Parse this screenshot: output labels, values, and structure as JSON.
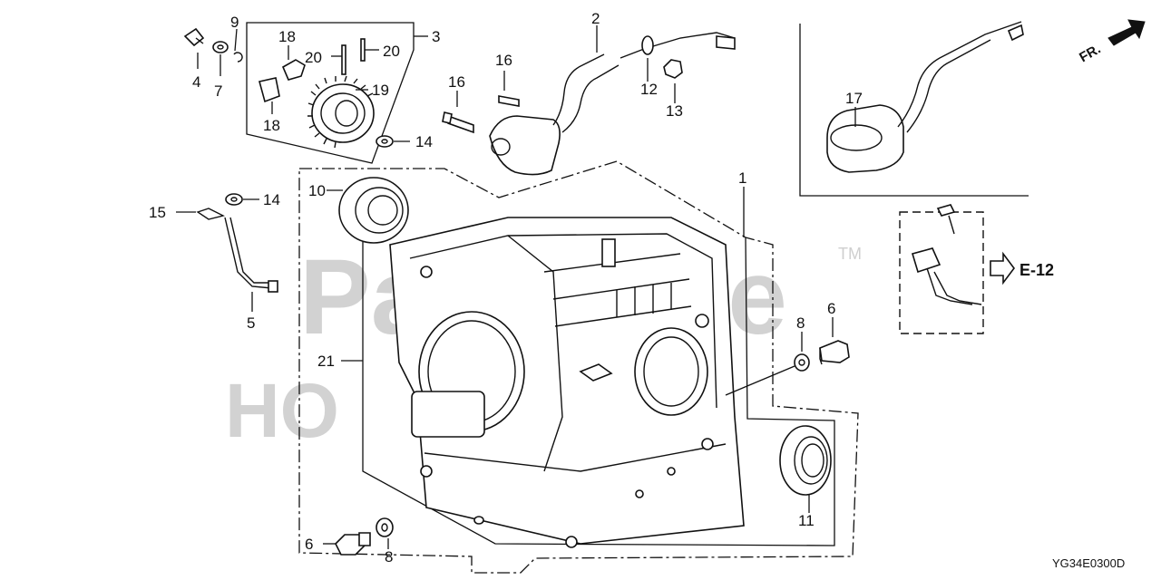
{
  "watermark": {
    "text": "PartsTree",
    "trademark": "TM",
    "secondary": "HO"
  },
  "callouts": {
    "c1": "1",
    "c2": "2",
    "c3": "3",
    "c4": "4",
    "c5": "5",
    "c6a": "6",
    "c6b": "6",
    "c7": "7",
    "c8a": "8",
    "c8b": "8",
    "c9": "9",
    "c10": "10",
    "c11": "11",
    "c12": "12",
    "c13": "13",
    "c14a": "14",
    "c14b": "14",
    "c15": "15",
    "c16a": "16",
    "c16b": "16",
    "c17": "17",
    "c18a": "18",
    "c18b": "18",
    "c19": "19",
    "c20a": "20",
    "c20b": "20",
    "c21": "21"
  },
  "reference": {
    "label": "E-12"
  },
  "orientation": {
    "label": "FR."
  },
  "diagram_code": "YG34E0300D",
  "icons": {
    "arrow": "right-arrow-icon",
    "front_arrow": "front-arrow-icon"
  }
}
